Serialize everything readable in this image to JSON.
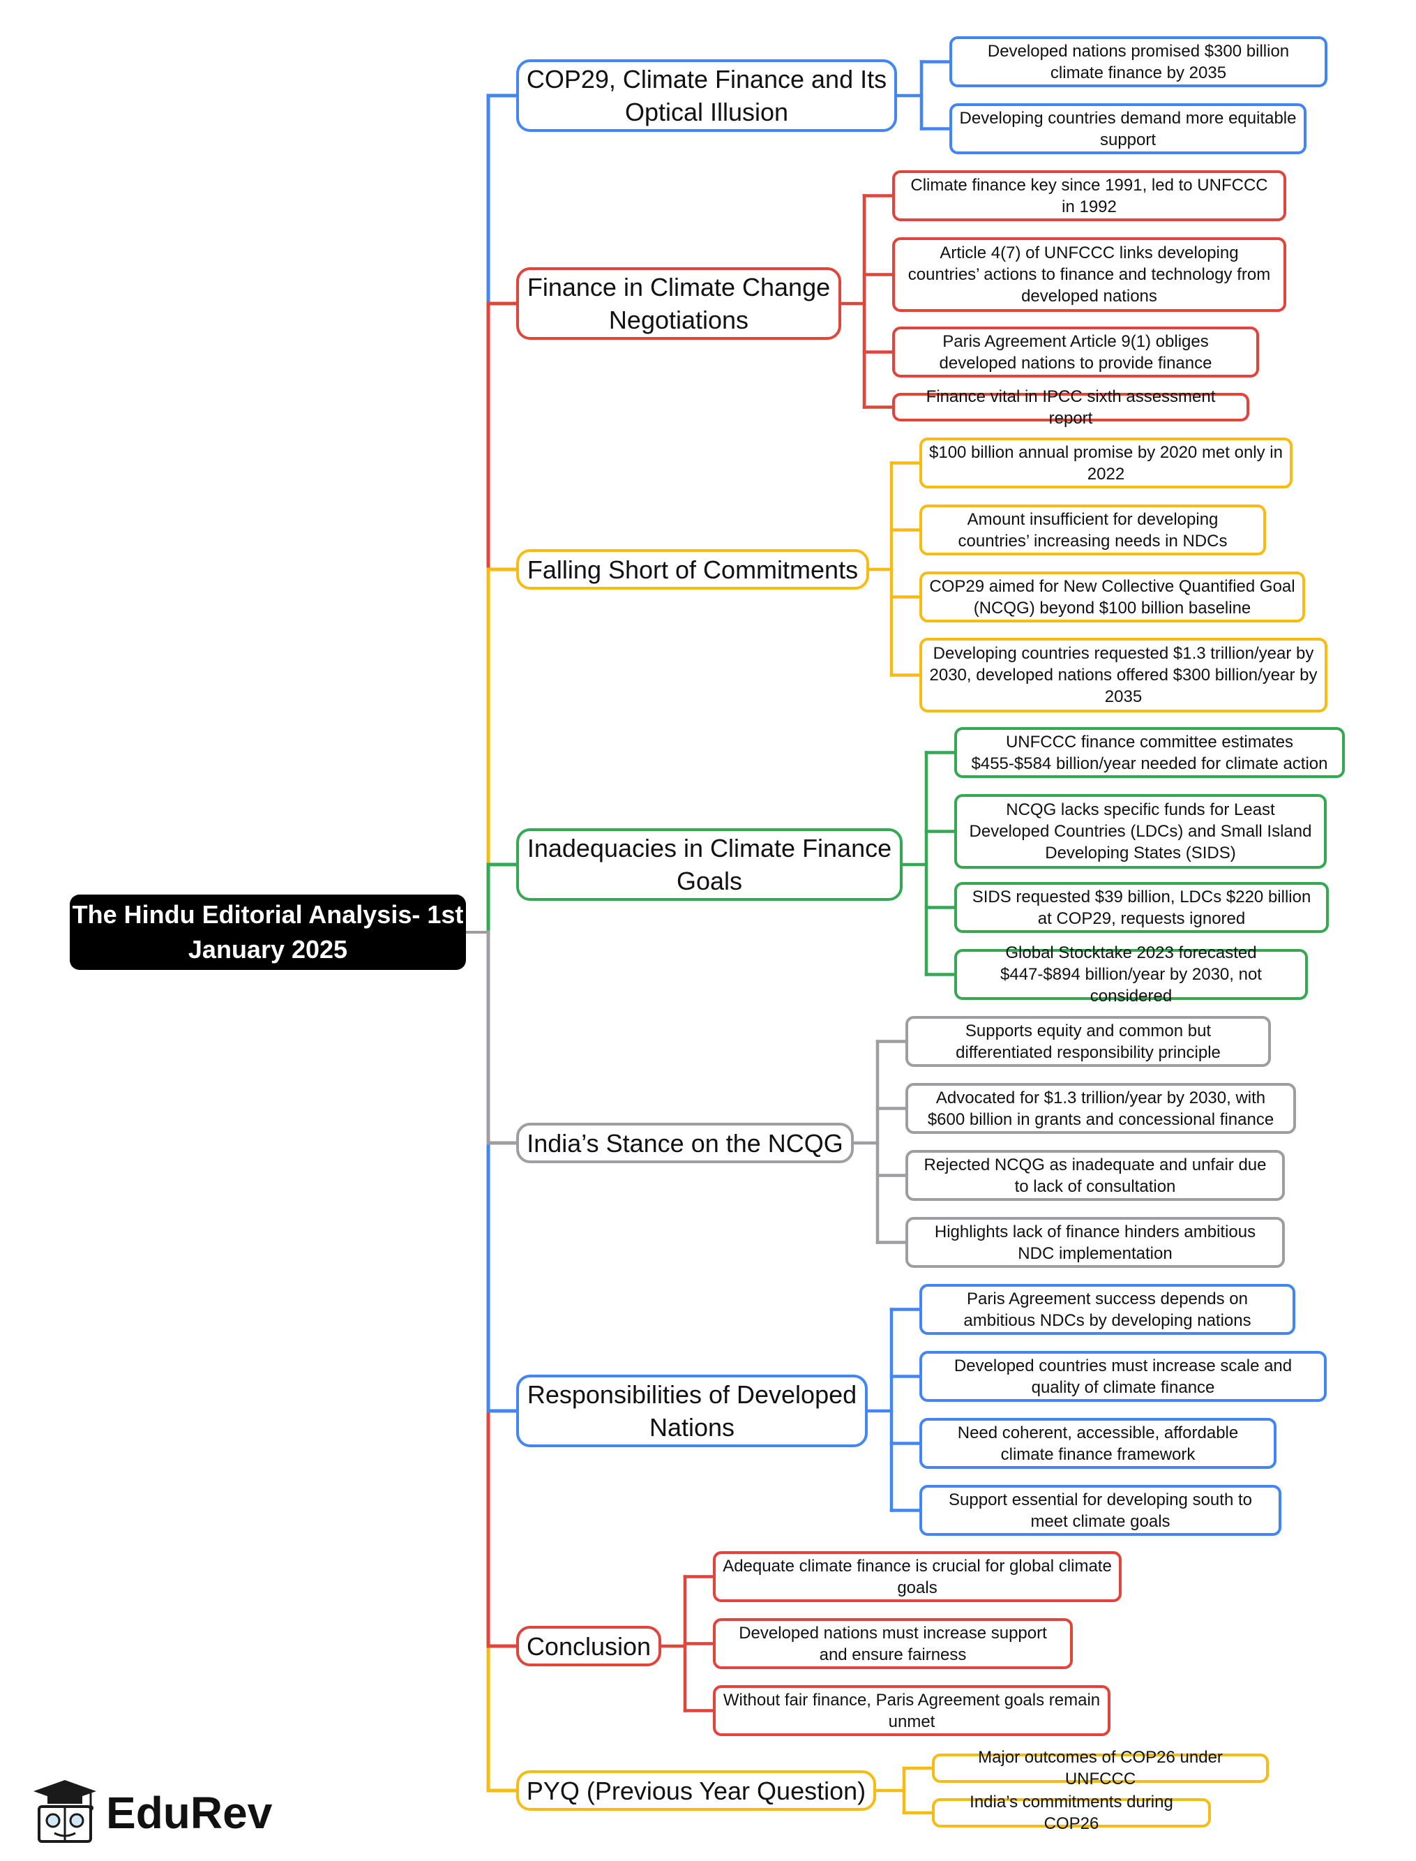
{
  "colors": {
    "blue": "#4285F4",
    "red": "#E0443B",
    "yellow": "#F7BB12",
    "green": "#34A853",
    "gray": "#9E9EA2",
    "root_bg": "#000000"
  },
  "root": {
    "title": "The Hindu Editorial Analysis- 1st January 2025"
  },
  "branches": [
    {
      "label": "COP29, Climate Finance and Its Optical Illusion",
      "color": "blue",
      "children": [
        "Developed nations promised $300 billion climate finance by 2035",
        "Developing countries demand more equitable support"
      ]
    },
    {
      "label": "Finance in Climate Change Negotiations",
      "color": "red",
      "children": [
        "Climate finance key since 1991, led to UNFCCC in 1992",
        "Article 4(7) of UNFCCC links developing countries’ actions to finance and technology from developed nations",
        "Paris Agreement Article 9(1) obliges developed nations to provide finance",
        "Finance vital in IPCC sixth assessment report"
      ]
    },
    {
      "label": "Falling Short of Commitments",
      "color": "yellow",
      "children": [
        "$100 billion annual promise by 2020 met only in 2022",
        "Amount insufficient for developing countries’ increasing needs in NDCs",
        "COP29 aimed for New Collective Quantified Goal (NCQG) beyond $100 billion baseline",
        "Developing countries requested $1.3 trillion/year by 2030, developed nations offered $300 billion/year by 2035"
      ]
    },
    {
      "label": "Inadequacies in Climate Finance Goals",
      "color": "green",
      "children": [
        "UNFCCC finance committee estimates $455-$584 billion/year needed for climate action",
        "NCQG lacks specific funds for Least Developed Countries (LDCs) and Small Island Developing States (SIDS)",
        "SIDS requested $39 billion, LDCs $220 billion at COP29, requests ignored",
        "Global Stocktake 2023 forecasted $447-$894 billion/year by 2030, not considered"
      ]
    },
    {
      "label": "India’s Stance on the NCQG",
      "color": "gray",
      "children": [
        "Supports equity and common but differentiated responsibility principle",
        "Advocated for $1.3 trillion/year by 2030, with $600 billion in grants and concessional finance",
        "Rejected NCQG as inadequate and unfair due to lack of consultation",
        "Highlights lack of finance hinders ambitious NDC implementation"
      ]
    },
    {
      "label": "Responsibilities of Developed Nations",
      "color": "blue",
      "children": [
        "Paris Agreement success depends on ambitious NDCs by developing nations",
        "Developed countries must increase scale and quality of climate finance",
        "Need coherent, accessible, affordable climate finance framework",
        "Support essential for developing south to meet climate goals"
      ]
    },
    {
      "label": "Conclusion",
      "color": "red",
      "children": [
        "Adequate climate finance is crucial for global climate goals",
        "Developed nations must increase support and ensure fairness",
        "Without fair finance, Paris Agreement goals remain unmet"
      ]
    },
    {
      "label": "PYQ (Previous Year Question)",
      "color": "yellow",
      "children": [
        "Major outcomes of COP26 under UNFCCC",
        "India’s commitments during COP26"
      ]
    }
  ],
  "logo": {
    "text": "EduRev",
    "icon": "graduation-cap-book-icon"
  }
}
